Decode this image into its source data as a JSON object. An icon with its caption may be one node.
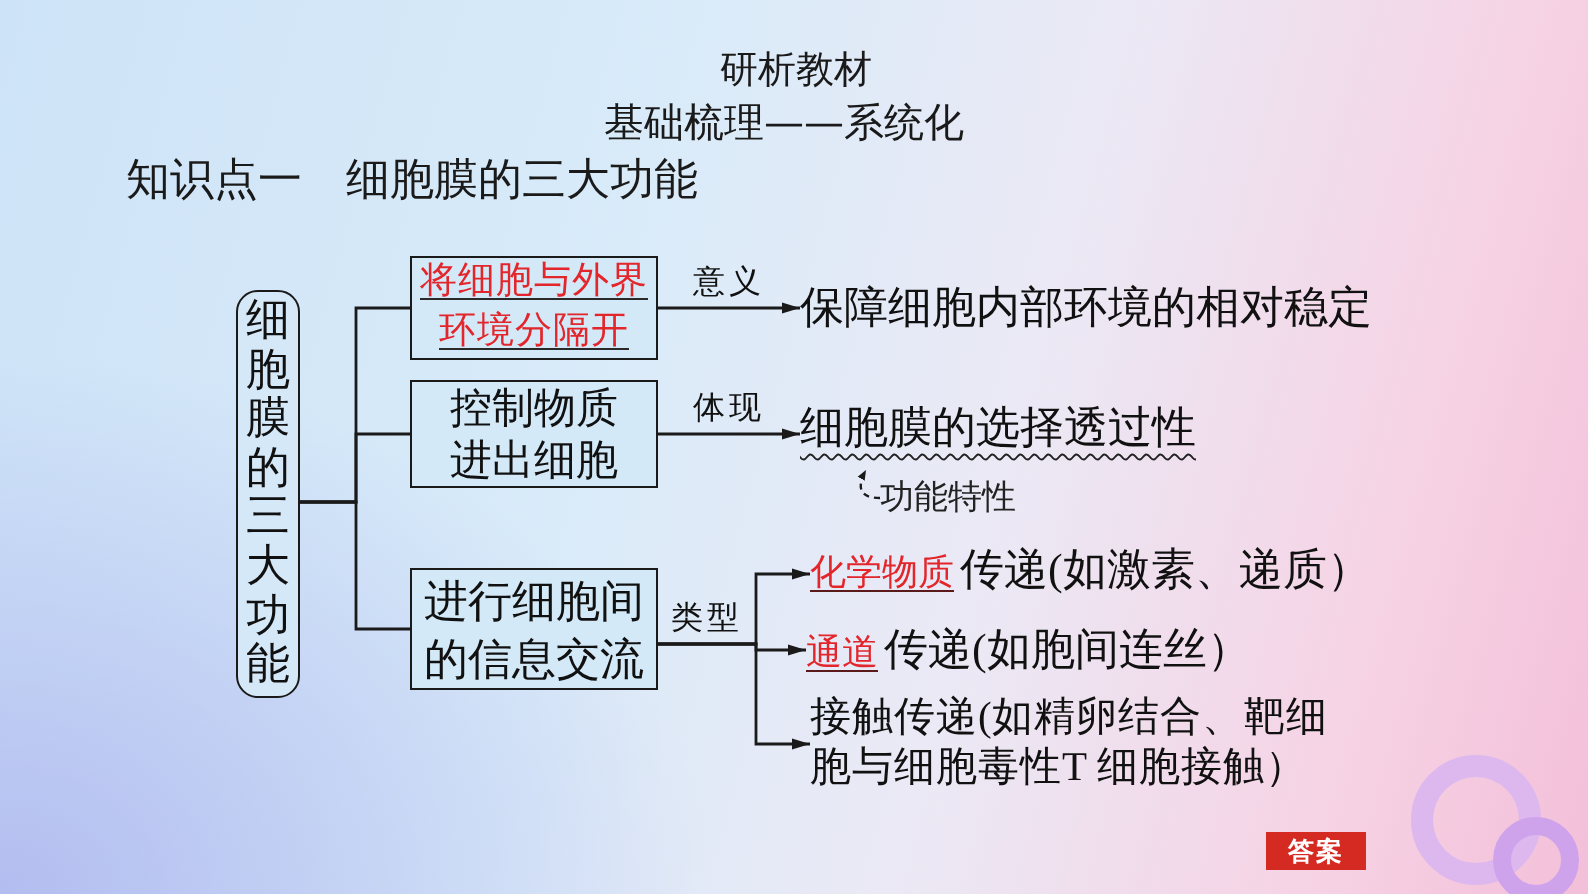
{
  "diagram": {
    "title": "知识点一　细胞膜的三大功能",
    "nodes": [
      {
        "text": [
          "细胞膜的三大功能"
        ]
      },
      {
        "text": [
          "将细胞与外界环境分隔开"
        ]
      },
      {
        "text": [
          "控制物质进出细胞"
        ]
      },
      {
        "text": [
          "进行细胞间的信息交流"
        ]
      },
      {
        "text": [
          "保障细胞内部环境的相对稳定"
        ]
      },
      {
        "text": [
          "细胞膜的选择透过性"
        ]
      },
      {
        "text": [
          "功能特性"
        ]
      },
      {
        "text": [
          "化学物质",
          "传递(如激素、递质）"
        ]
      },
      {
        "text": [
          "通道",
          "传递(如胞间连丝）"
        ]
      },
      {
        "text": [
          "接触传递(如精卵结合、靶细胞与细胞毒性T 细胞接触）"
        ]
      }
    ],
    "edges": [
      {
        "from": 0,
        "to": 1,
        "arrow": "none"
      },
      {
        "from": 0,
        "to": 2,
        "arrow": "none"
      },
      {
        "from": 0,
        "to": 3,
        "arrow": "none"
      },
      {
        "from": 1,
        "to": 4,
        "arrow": "to",
        "label": "意义"
      },
      {
        "from": 2,
        "to": 5,
        "arrow": "to",
        "label": "体现"
      },
      {
        "from": 6,
        "to": 5,
        "arrow": "to",
        "style": "dashed"
      },
      {
        "from": 3,
        "to": 7,
        "arrow": "to"
      },
      {
        "from": 3,
        "to": 8,
        "arrow": "to",
        "label": "类型"
      },
      {
        "from": 3,
        "to": 9,
        "arrow": "to"
      }
    ],
    "labels": [
      "研析教材",
      "基础梳理——系统化",
      "答案"
    ]
  }
}
